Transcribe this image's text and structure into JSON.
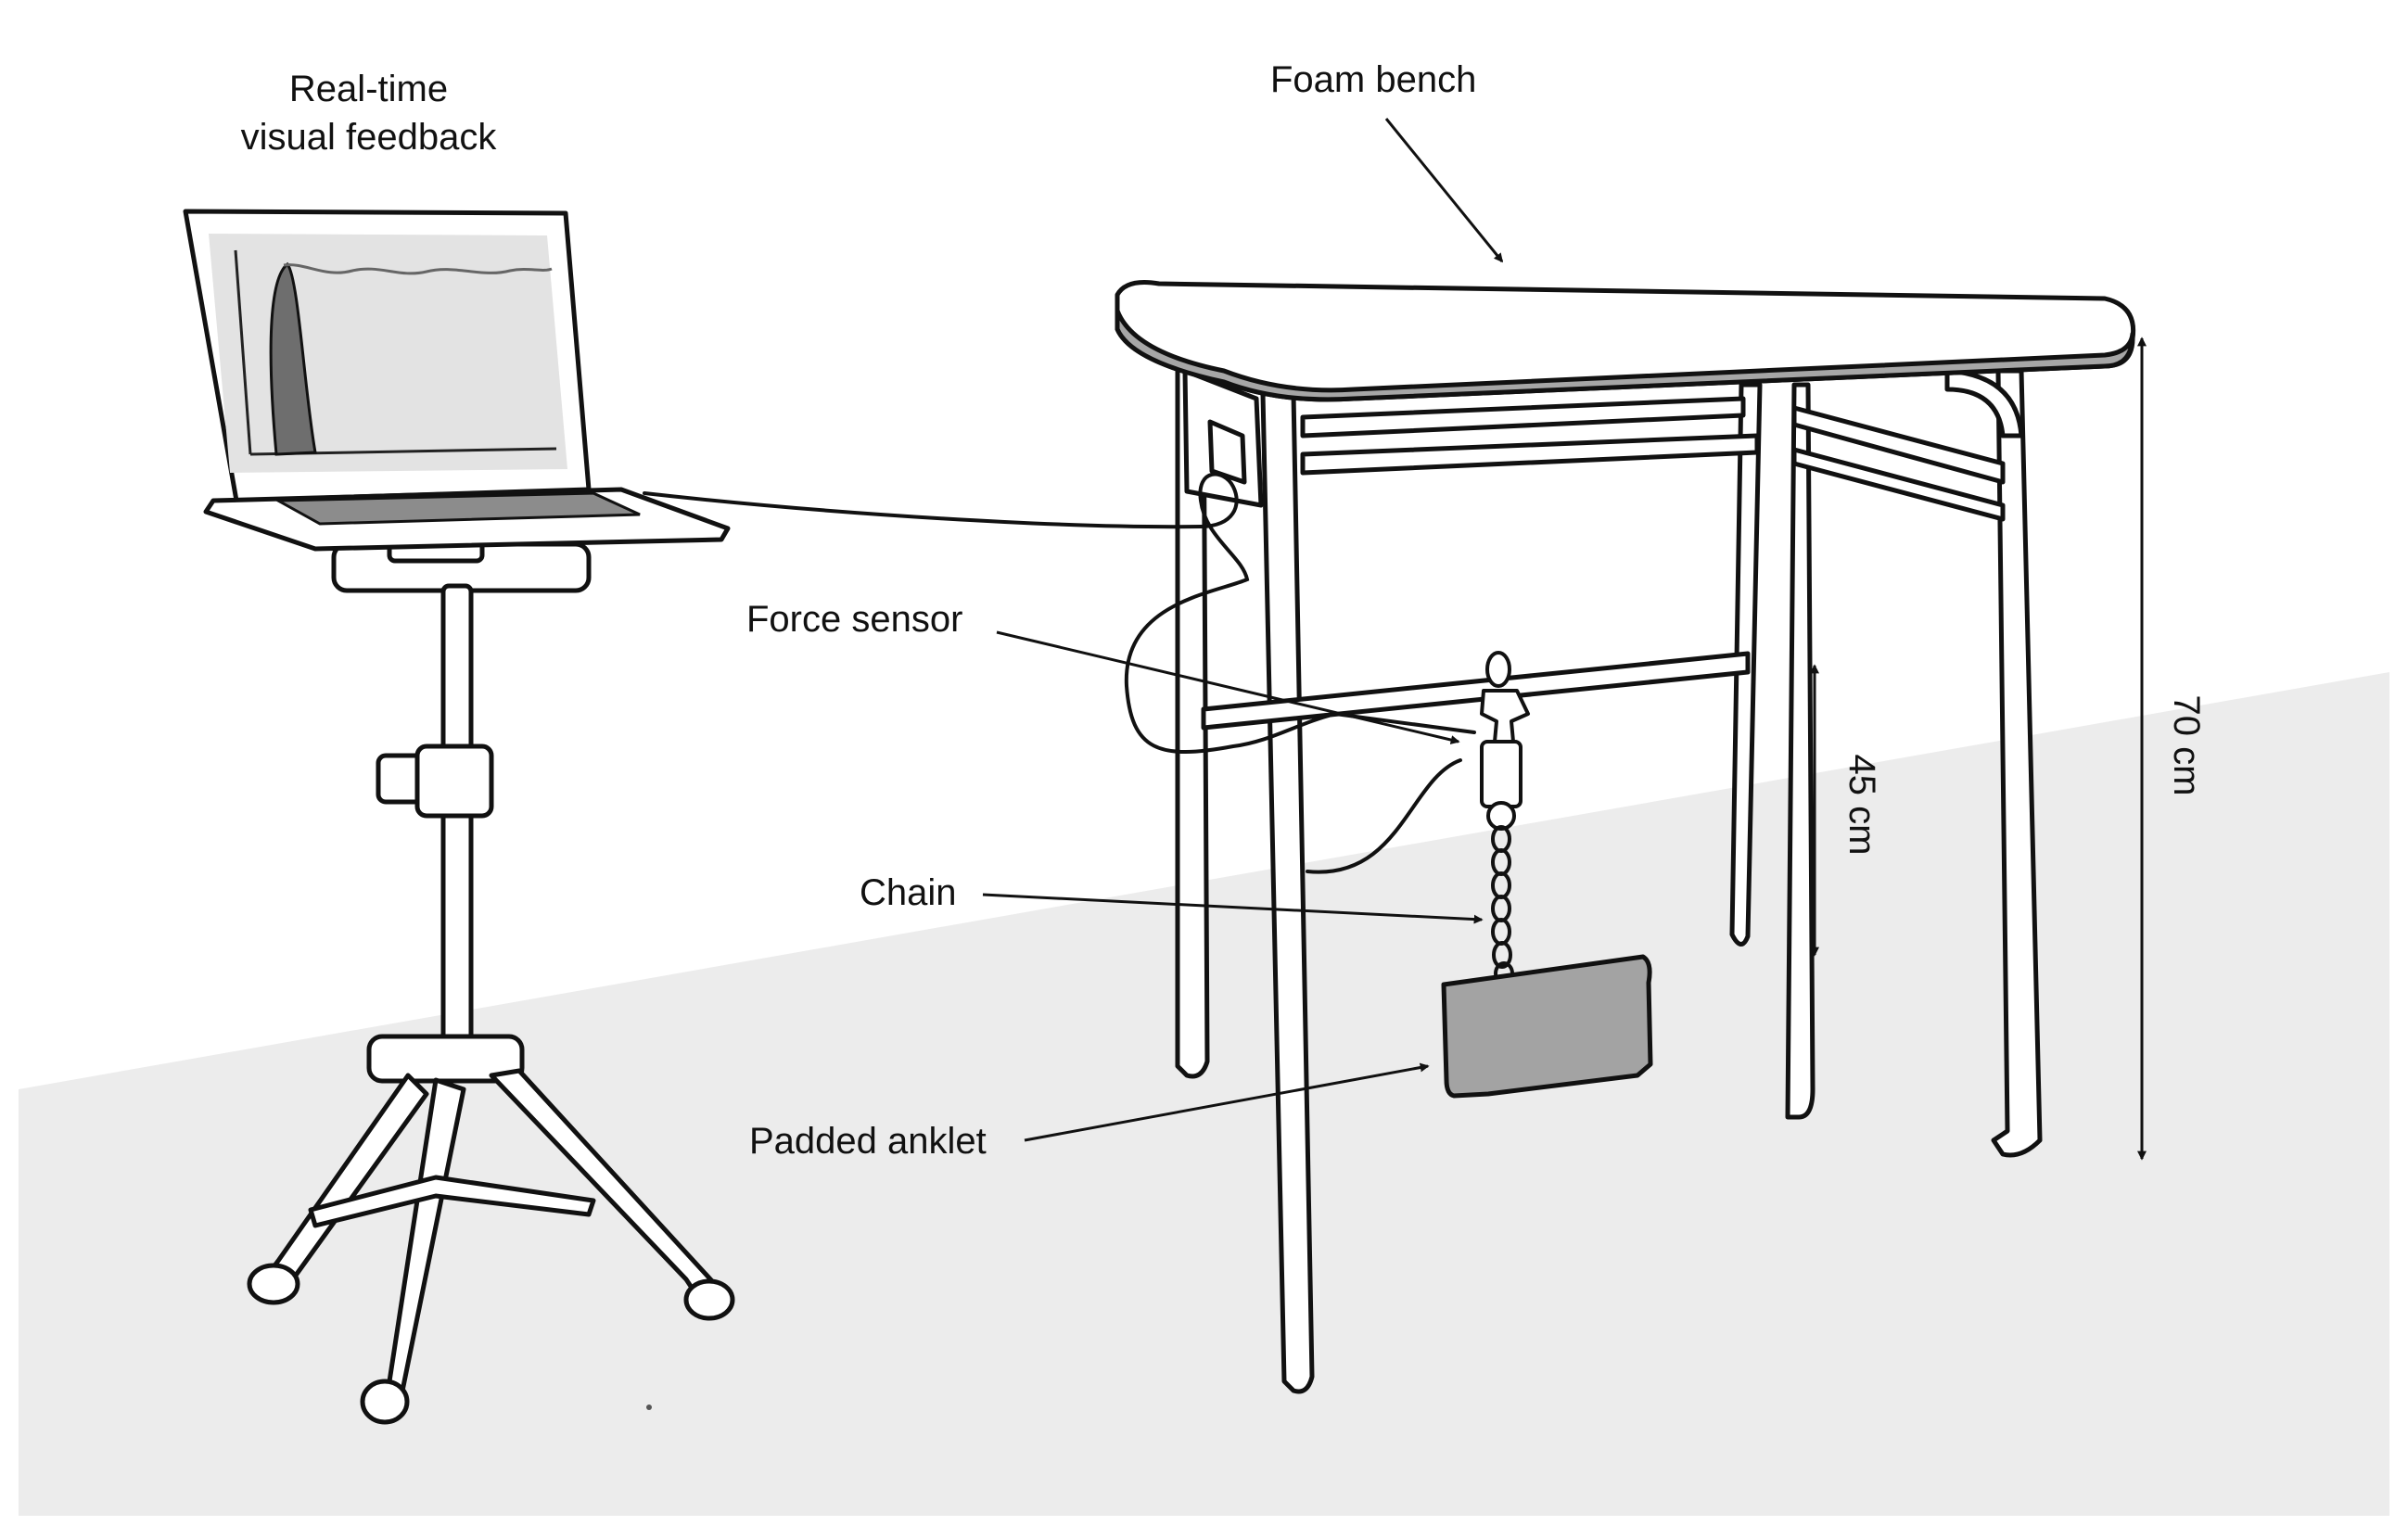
{
  "labels": {
    "feedback_line1": "Real-time",
    "feedback_line2": "visual feedback",
    "bench": "Foam bench",
    "force_sensor": "Force sensor",
    "chain": "Chain",
    "anklet": "Padded anklet",
    "height_low": "45 cm",
    "height_high": "70 cm"
  },
  "colors": {
    "floor": "#ececec",
    "foam": "#a6a6a6",
    "anklet": "#a3a3a3",
    "screen": "#e3e3e3",
    "signal_fill": "#6e6e6e",
    "line": "#111111"
  },
  "icons": [
    "laptop-icon",
    "tripod-stand-icon",
    "bench-icon",
    "force-sensor-icon",
    "chain-icon",
    "anklet-icon"
  ]
}
